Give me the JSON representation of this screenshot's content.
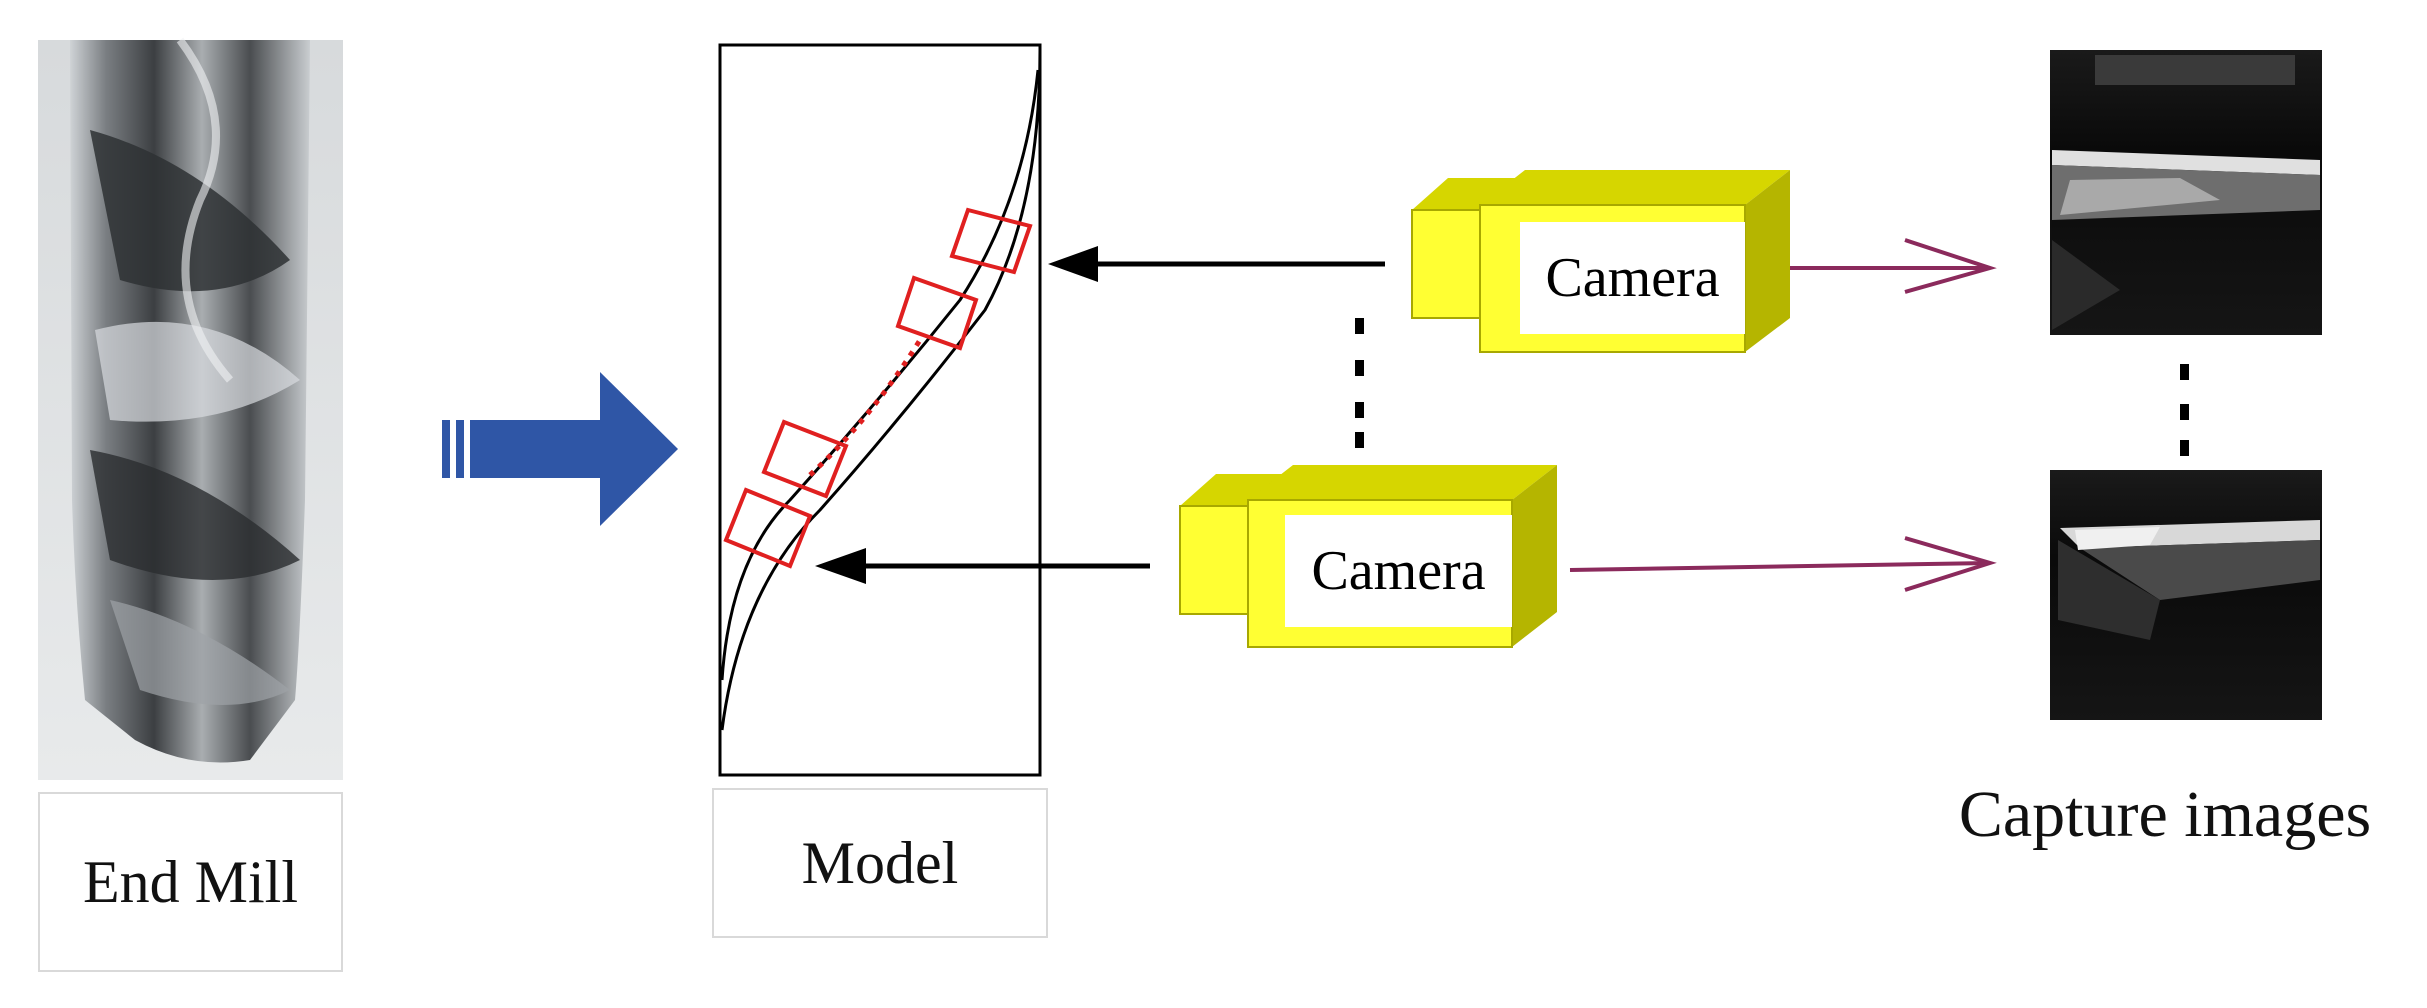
{
  "captions": {
    "end_mill": "End Mill",
    "model": "Model",
    "capture_images": "Capture images"
  },
  "cameras": [
    {
      "label": "Camera"
    },
    {
      "label": "Camera"
    }
  ],
  "colors": {
    "flow_arrow": "#2f56a6",
    "camera_face": "#ffff33",
    "camera_side": "#b5b500",
    "camera_top": "#d6d600",
    "capture_arrow": "#8b2a5c",
    "roi_box": "#e02020"
  },
  "icons": {
    "flow": "thick-right-arrow-icon",
    "camera": "camera-icon",
    "capture": "open-arrow-icon",
    "ellipsis": "vertical-dots-icon"
  }
}
